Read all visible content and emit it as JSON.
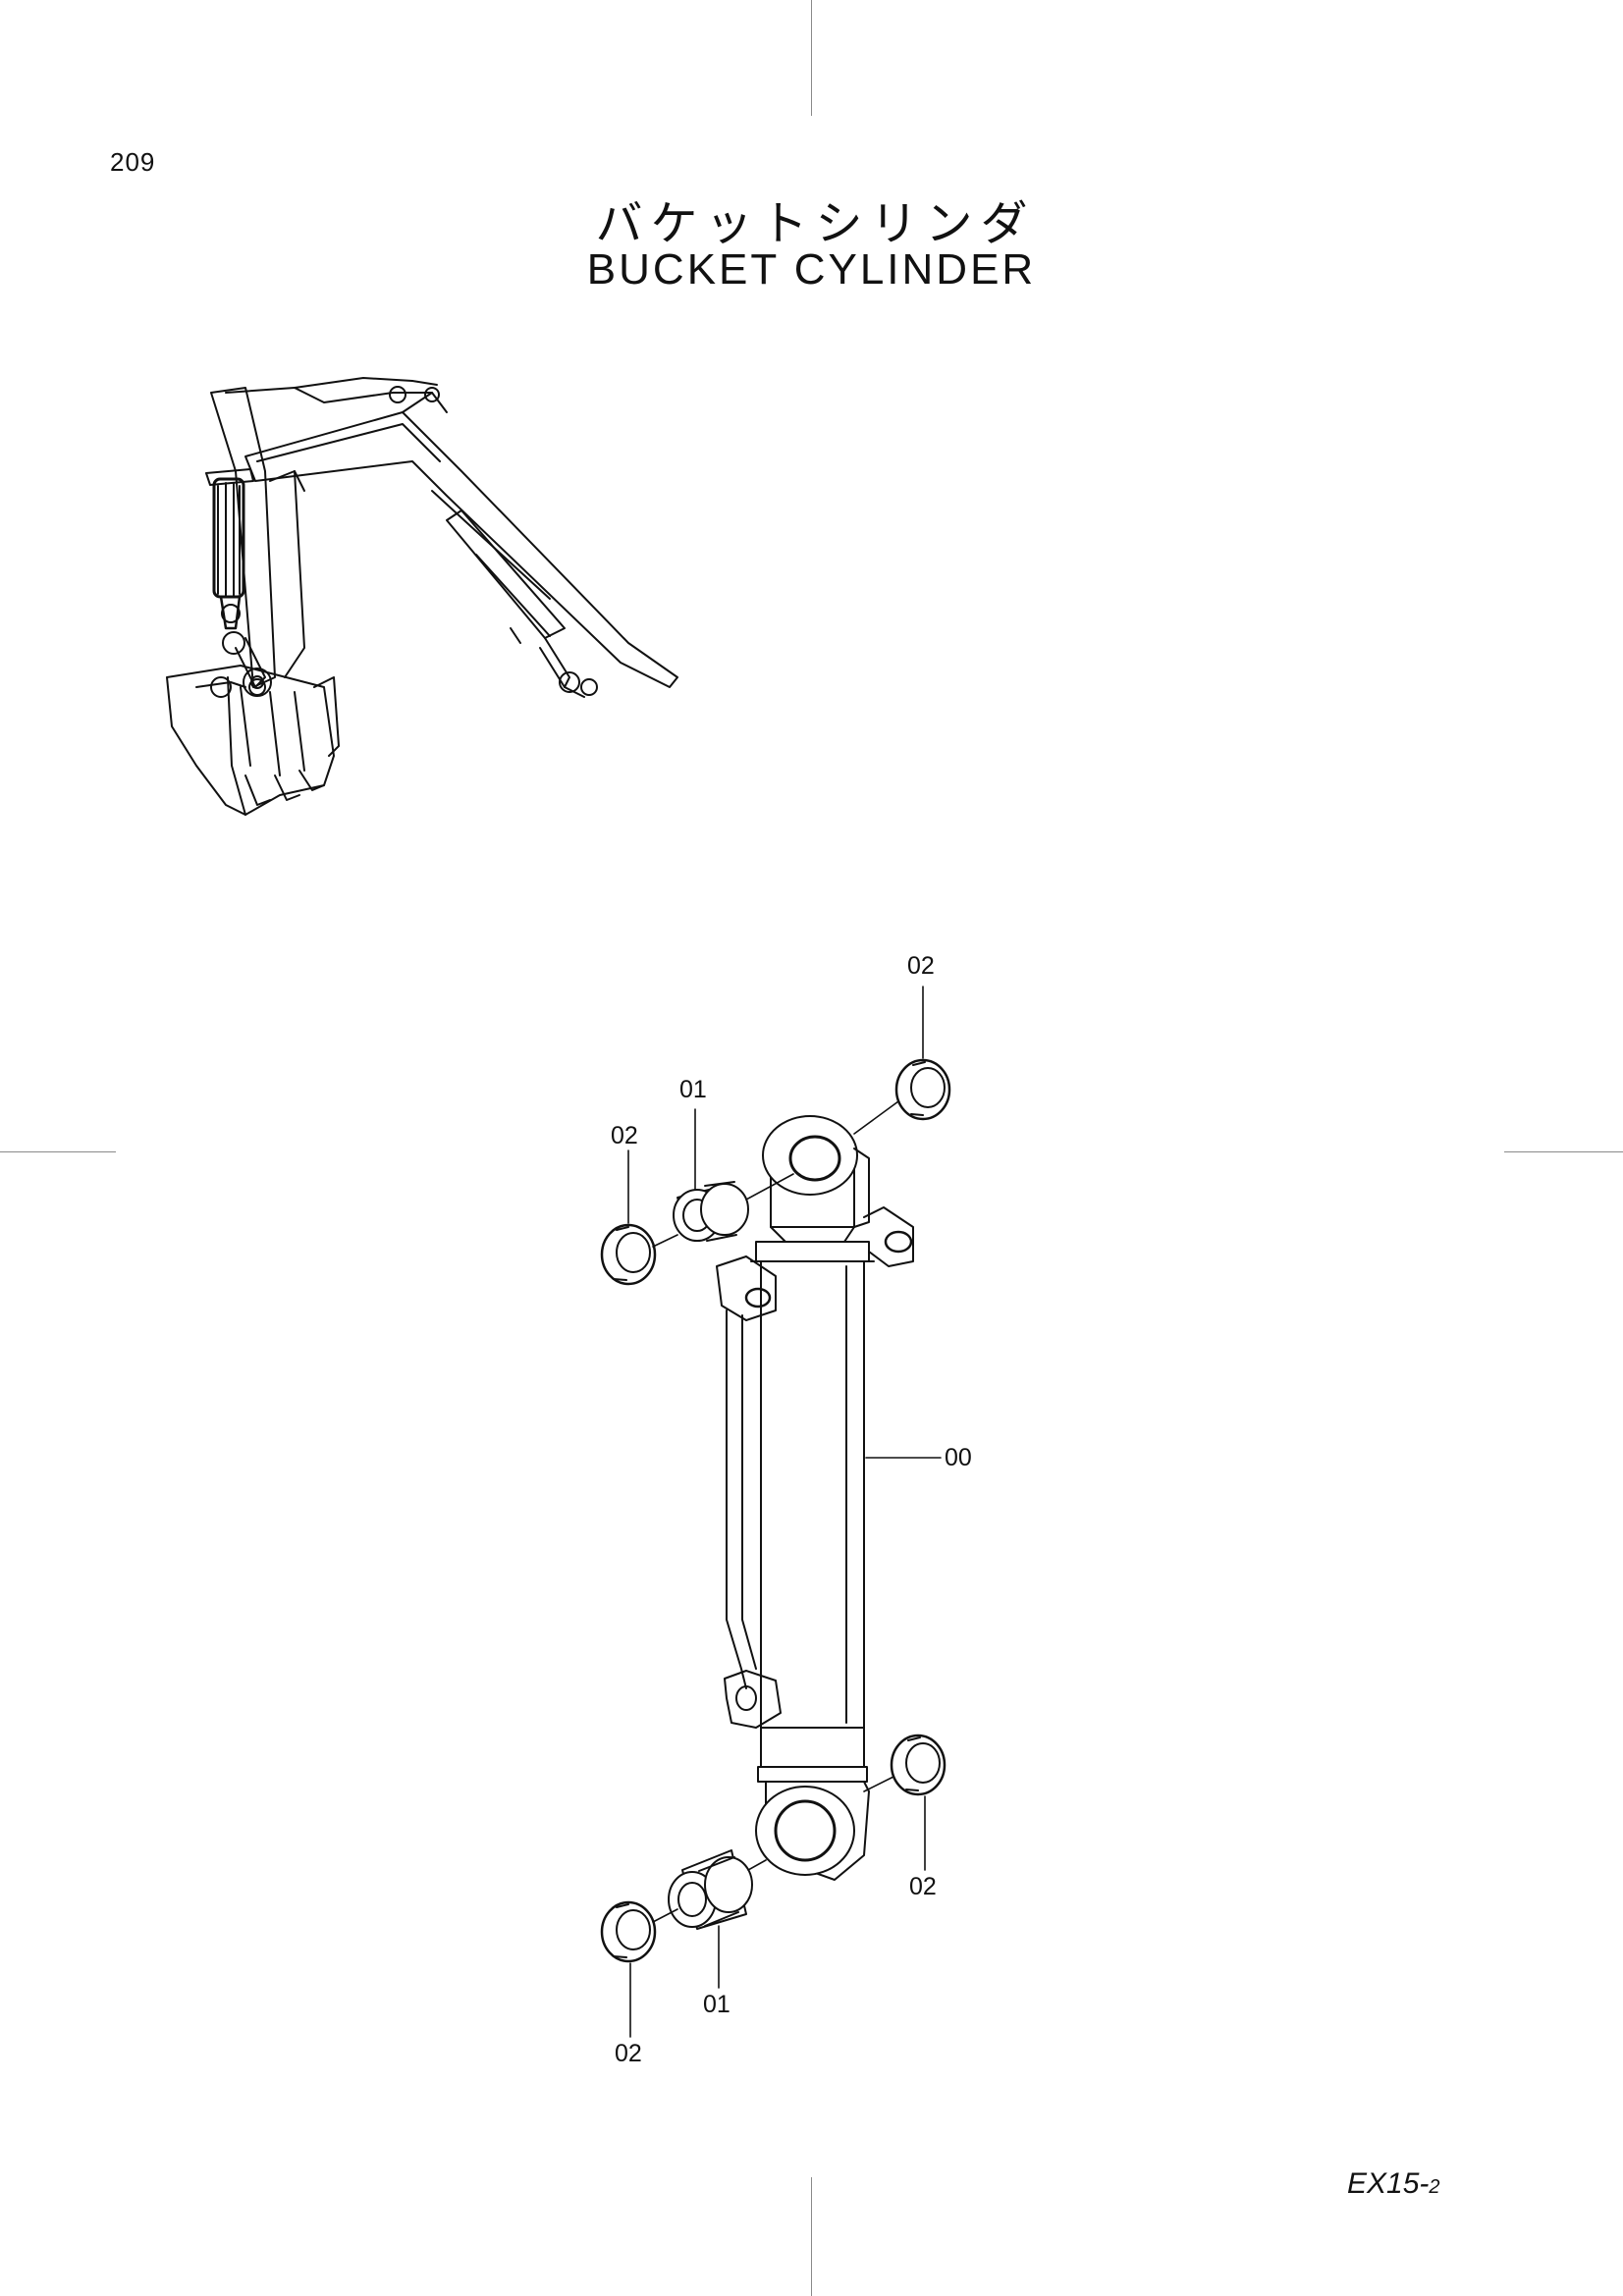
{
  "page": {
    "number": "209",
    "title_jp": "バケットシリンダ",
    "title_en": "BUCKET CYLINDER",
    "code_main": "EX15-",
    "code_sub": "2"
  },
  "callouts": {
    "cylinder": "00",
    "bushing_top": "01",
    "bushing_bottom": "01",
    "seal_top_left": "02",
    "seal_top_right": "02",
    "seal_bottom_right": "02",
    "seal_bottom_left": "02"
  }
}
